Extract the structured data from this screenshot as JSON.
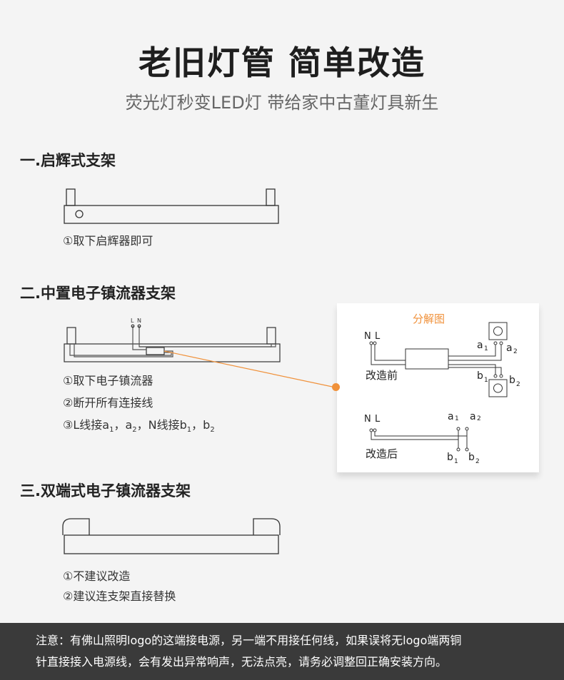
{
  "header": {
    "title": "老旧灯管 简单改造",
    "subtitle": "荧光灯秒变LED灯 带给家中古董灯具新生"
  },
  "sections": [
    {
      "heading": "一.启辉式支架",
      "steps": [
        "①取下启辉器即可"
      ]
    },
    {
      "heading": "二.中置电子镇流器支架",
      "wire_labels": {
        "L": "L",
        "N": "N"
      },
      "steps": [
        "①取下电子镇流器",
        "②断开所有连接线"
      ],
      "step3": {
        "prefix": "③L线接a",
        "s1": "1",
        "mid": "，a",
        "s2": "2",
        "mid2": "，N线接b",
        "s3": "1",
        "mid3": "，b",
        "s4": "2"
      }
    },
    {
      "heading": "三.双端式电子镇流器支架",
      "steps": [
        "①不建议改造",
        "②建议连支架直接替换"
      ]
    }
  ],
  "exploded": {
    "title": "分解图",
    "before": "改造前",
    "after": "改造后",
    "N": "N",
    "L": "L",
    "a": "a",
    "b": "b",
    "one": "1",
    "two": "2"
  },
  "footer": {
    "line1": "注意：有佛山照明logo的这端接电源，另一端不用接任何线，如果误将无logo端两铜",
    "line2": "针直接接入电源线，会有发出异常响声，无法点亮，请务必调整回正确安装方向。"
  },
  "colors": {
    "accent": "#f0913a",
    "footer_bg": "#3a3a3a"
  }
}
